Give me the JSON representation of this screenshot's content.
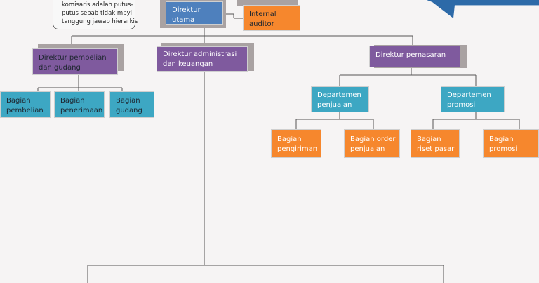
{
  "note": {
    "lines": [
      "komisaris adalah putus-",
      "putus sebab tidak mpyi",
      "tanggung jawab hierarkis"
    ]
  },
  "nodes": {
    "direktur_utama": "Direktur utama",
    "internal_auditor": "Internal auditor",
    "direktur_pembelian": "Direktur pembelian dan gudang",
    "direktur_administrasi": "Direktur administrasi dan keuangan",
    "direktur_pemasaran": "Direktur pemasaran",
    "bagian_pembelian": "Bagian pembelian",
    "bagian_penerimaan": "Bagian penerimaan",
    "bagian_gudang": "Bagian gudang",
    "departemen_penjualan": "Departemen penjualan",
    "departemen_promosi": "Departemen promosi",
    "bagian_pengiriman": "Bagian pengiriman",
    "bagian_order_penjualan": "Bagian order penjualan",
    "bagian_riset_pasar": "Bagian riset pasar",
    "bagian_promosi": "Bagian promosi"
  },
  "colors": {
    "blue": "#4e80bd",
    "orange": "#f6872d",
    "purple": "#7f5a9e",
    "teal": "#3da7c3",
    "shadow": "#a9a2a2",
    "line": "#555555"
  }
}
